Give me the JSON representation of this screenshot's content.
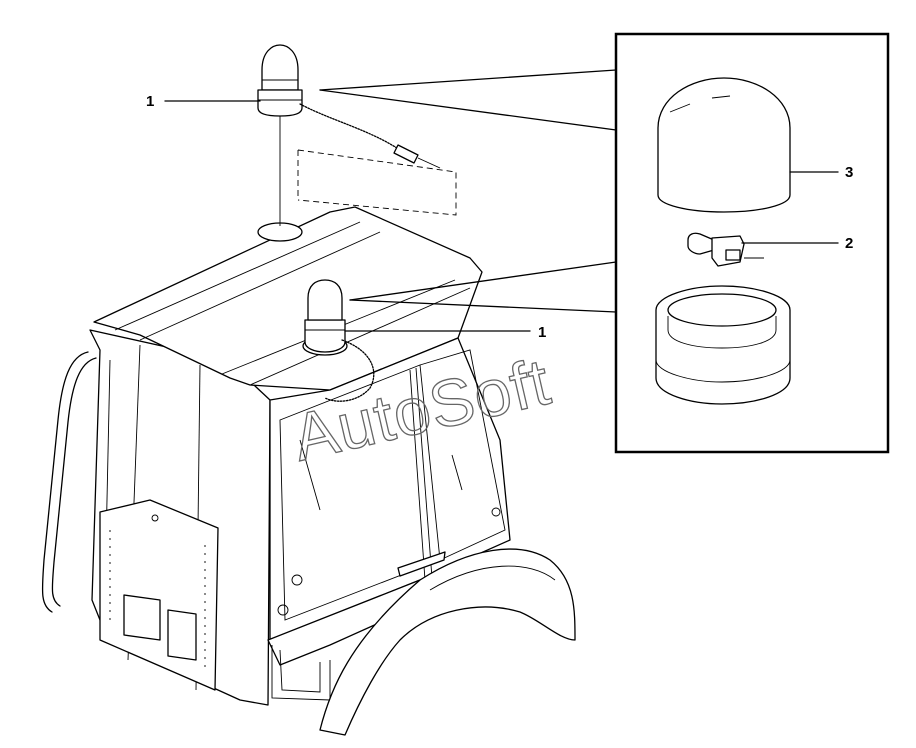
{
  "callouts": {
    "beacon_top": "1",
    "beacon_cab": "1",
    "bulb": "2",
    "dome": "3"
  },
  "watermark": "AutoSoft",
  "icons": [
    "beacon-light-icon",
    "halogen-bulb-icon",
    "beacon-dome-icon",
    "beacon-base-icon",
    "tractor-cab-icon"
  ]
}
